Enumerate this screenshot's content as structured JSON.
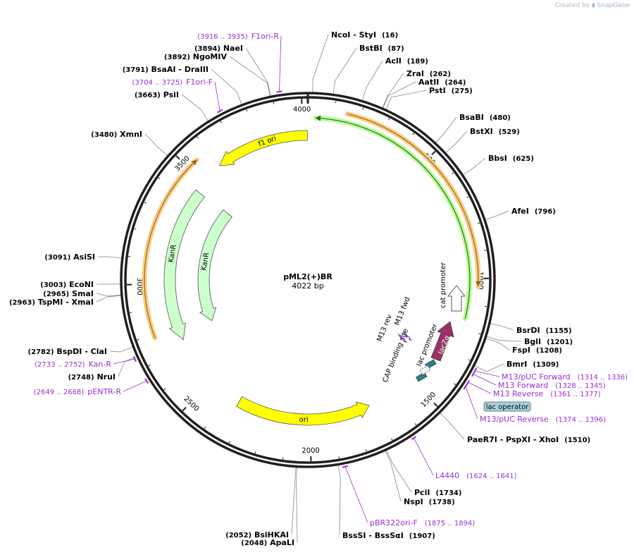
{
  "credit": {
    "prefix": "Created by",
    "brand": "SnapGene"
  },
  "plasmid": {
    "name": "pML2(+)BR",
    "length_label": "4022 bp",
    "length": 4022
  },
  "ticks": [
    {
      "pos": 500,
      "label": "500"
    },
    {
      "pos": 1000,
      "label": "1000"
    },
    {
      "pos": 1500,
      "label": "1500"
    },
    {
      "pos": 2000,
      "label": "2000"
    },
    {
      "pos": 2500,
      "label": "2500"
    },
    {
      "pos": 3000,
      "label": "3000"
    },
    {
      "pos": 3500,
      "label": "3500"
    },
    {
      "pos": 4000,
      "label": "4000"
    }
  ],
  "sites": [
    {
      "pos": 16,
      "parts": [
        "NcoI",
        " - ",
        "StyI"
      ],
      "num": "(16)"
    },
    {
      "pos": 87,
      "parts": [
        "BstBI"
      ],
      "num": "(87)"
    },
    {
      "pos": 189,
      "parts": [
        "AclI"
      ],
      "num": "(189)"
    },
    {
      "pos": 262,
      "parts": [
        "ZraI"
      ],
      "num": "(262)"
    },
    {
      "pos": 264,
      "parts": [
        "AatII"
      ],
      "num": "(264)"
    },
    {
      "pos": 275,
      "parts": [
        "PstI"
      ],
      "num": "(275)"
    },
    {
      "pos": 480,
      "parts": [
        "BsaBI"
      ],
      "num": "(480)"
    },
    {
      "pos": 529,
      "parts": [
        "BstXI"
      ],
      "num": "(529)"
    },
    {
      "pos": 625,
      "parts": [
        "BbsI"
      ],
      "num": "(625)"
    },
    {
      "pos": 796,
      "parts": [
        "AfeI"
      ],
      "num": "(796)"
    },
    {
      "pos": 1155,
      "parts": [
        "BsrDI"
      ],
      "num": "(1155)"
    },
    {
      "pos": 1201,
      "parts": [
        "BglI"
      ],
      "num": "(1201)"
    },
    {
      "pos": 1208,
      "parts": [
        "FspI"
      ],
      "num": "(1208)"
    },
    {
      "pos": 1309,
      "parts": [
        "BmrI"
      ],
      "num": "(1309)"
    },
    {
      "pos": 1510,
      "parts": [
        "PaeR7I",
        " - ",
        "PspXI",
        " - ",
        "XhoI"
      ],
      "num": "(1510)"
    },
    {
      "pos": 1734,
      "parts": [
        "PciI"
      ],
      "num": "(1734)"
    },
    {
      "pos": 1738,
      "parts": [
        "NspI"
      ],
      "num": "(1738)"
    },
    {
      "pos": 1907,
      "parts": [
        "BssSI",
        " - ",
        "BssSαI"
      ],
      "num": "(1907)"
    },
    {
      "pos": 2048,
      "parts": [
        "ApaLI"
      ],
      "num": "(2048)"
    },
    {
      "pos": 2052,
      "parts": [
        "BsiHKAI"
      ],
      "num": "(2052)"
    },
    {
      "pos": 2748,
      "parts": [
        "NruI"
      ],
      "num": "(2748)"
    },
    {
      "pos": 2782,
      "parts": [
        "BspDI",
        " - ",
        "ClaI"
      ],
      "num": "(2782)"
    },
    {
      "pos": 2963,
      "parts": [
        "TspMI",
        " - ",
        "XmaI"
      ],
      "num": "(2963)"
    },
    {
      "pos": 2965,
      "parts": [
        "SmaI"
      ],
      "num": "(2965)"
    },
    {
      "pos": 3003,
      "parts": [
        "EcoNI"
      ],
      "num": "(3003)"
    },
    {
      "pos": 3091,
      "parts": [
        "AsiSI"
      ],
      "num": "(3091)"
    },
    {
      "pos": 3480,
      "parts": [
        "XmnI"
      ],
      "num": "(3480)"
    },
    {
      "pos": 3663,
      "parts": [
        "PsiI"
      ],
      "num": "(3663)"
    },
    {
      "pos": 3791,
      "parts": [
        "BsaAI",
        " - ",
        "DraIII"
      ],
      "num": "(3791)"
    },
    {
      "pos": 3892,
      "parts": [
        "NgoMIV"
      ],
      "num": "(3892)"
    },
    {
      "pos": 3894,
      "parts": [
        "NaeI"
      ],
      "num": "(3894)"
    }
  ],
  "primers": [
    {
      "start": 3916,
      "end": 3935,
      "name": "F1ori-R",
      "range": "(3916 .. 3935)"
    },
    {
      "start": 3704,
      "end": 3725,
      "name": "F1ori-F",
      "range": "(3704 .. 3725)"
    },
    {
      "start": 1314,
      "end": 1336,
      "name": "M13/pUC Forward",
      "range": "(1314 .. 1336)"
    },
    {
      "start": 1328,
      "end": 1345,
      "name": "M13 Forward",
      "range": "(1328 .. 1345)"
    },
    {
      "start": 1361,
      "end": 1377,
      "name": "M13 Reverse",
      "range": "(1361 .. 1377)"
    },
    {
      "start": 1374,
      "end": 1396,
      "name": "M13/pUC Reverse",
      "range": "(1374 .. 1396)"
    },
    {
      "start": 1624,
      "end": 1641,
      "name": "L4440",
      "range": "(1624 .. 1641)"
    },
    {
      "start": 1875,
      "end": 1894,
      "name": "pBR322ori-F",
      "range": "(1875 .. 1894)"
    },
    {
      "start": 2733,
      "end": 2752,
      "name": "Kan-R",
      "range": "(2733 .. 2752)"
    },
    {
      "start": 2649,
      "end": 2668,
      "name": "pENTR-R",
      "range": "(2649 .. 2668)"
    }
  ],
  "features": {
    "f1_ori": "f1 ori",
    "kanr_outer": "KanR",
    "kanr_inner": "KanR",
    "ori": "ori",
    "cat_promoter": "cat promoter",
    "lacZa": "lacZα",
    "lac_promoter": "lac promoter",
    "cap_site": "CAP binding site",
    "m13_rev": "M13 rev",
    "m13_fwd": "M13 fwd",
    "lac_operator": "lac operator"
  },
  "colors": {
    "backbone": "#231f20",
    "site_line": "#888888",
    "primer": "#9a2fd0",
    "orf_orange": "#ffcc80",
    "orf_green": "#b8ff94",
    "arrow_dark": "#555555",
    "f1_ori": "#ffff00",
    "ori": "#ffff00",
    "kanr": "#ccffcc",
    "lacZa": "#993366",
    "lac_op": "#a6d1e0",
    "teal": "#2e7d8c",
    "m13": "#a020f0"
  }
}
